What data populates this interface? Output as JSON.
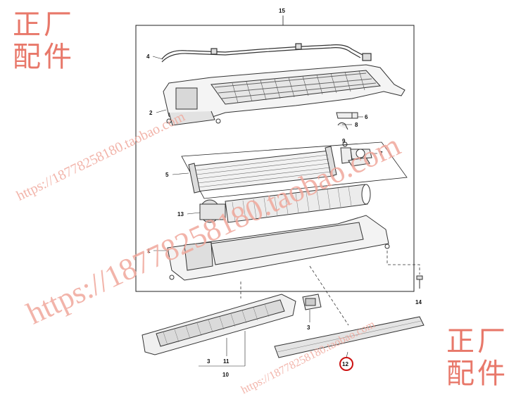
{
  "watermark": {
    "brand_line1": "正厂",
    "brand_line2": "配件",
    "url_long": "https://18778258180.taobao.com",
    "url_short": "https://18778258180.taobao.com",
    "color": "#e8786a"
  },
  "callouts": {
    "c15": "15",
    "c4": "4",
    "c2": "2",
    "c6": "6",
    "c8": "8",
    "c9": "9",
    "c7": "7",
    "c5": "5",
    "c13": "13",
    "c1": "1",
    "c14": "14",
    "c3a": "3",
    "c3b": "3",
    "c11": "11",
    "c10": "10",
    "c12": "12"
  },
  "highlight_color": "#cc1111"
}
